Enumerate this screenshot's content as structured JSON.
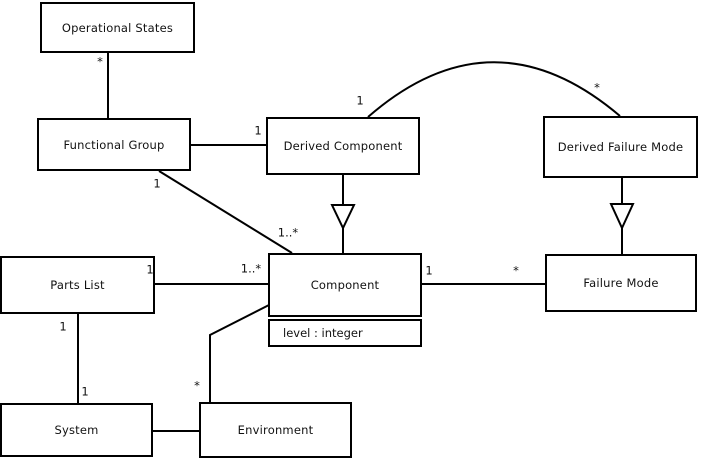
{
  "diagram": {
    "type": "uml-class-diagram",
    "nodes": [
      {
        "id": "operational-states",
        "label": "Operational States"
      },
      {
        "id": "functional-group",
        "label": "Functional Group"
      },
      {
        "id": "derived-component",
        "label": "Derived Component"
      },
      {
        "id": "derived-failure-mode",
        "label": "Derived Failure Mode"
      },
      {
        "id": "parts-list",
        "label": "Parts List"
      },
      {
        "id": "component",
        "label": "Component",
        "attributes": [
          "level : integer"
        ]
      },
      {
        "id": "failure-mode",
        "label": "Failure Mode"
      },
      {
        "id": "system",
        "label": "System"
      },
      {
        "id": "environment",
        "label": "Environment"
      }
    ],
    "edges": [
      {
        "from": "operational-states",
        "to": "functional-group",
        "type": "association",
        "multiplicity_from": "*"
      },
      {
        "from": "functional-group",
        "to": "derived-component",
        "type": "association",
        "multiplicity_to": "1"
      },
      {
        "from": "functional-group",
        "to": "component",
        "type": "association",
        "multiplicity_from": "1",
        "multiplicity_to": "1..*"
      },
      {
        "from": "parts-list",
        "to": "component",
        "type": "association",
        "multiplicity_from": "1",
        "multiplicity_to": "1..*"
      },
      {
        "from": "component",
        "to": "failure-mode",
        "type": "association",
        "multiplicity_from": "1",
        "multiplicity_to": "*"
      },
      {
        "from": "derived-component",
        "to": "derived-failure-mode",
        "type": "association-arc",
        "multiplicity_from": "1",
        "multiplicity_to": "*"
      },
      {
        "from": "derived-component",
        "to": "component",
        "type": "generalization"
      },
      {
        "from": "derived-failure-mode",
        "to": "failure-mode",
        "type": "generalization"
      },
      {
        "from": "parts-list",
        "to": "system",
        "type": "association",
        "multiplicity_from": "1",
        "multiplicity_to": "1"
      },
      {
        "from": "environment",
        "to": "component",
        "type": "association",
        "multiplicity_from": "*"
      },
      {
        "from": "system",
        "to": "environment",
        "type": "association"
      }
    ],
    "multiplicity_labels": [
      {
        "text": "*"
      },
      {
        "text": "1"
      },
      {
        "text": "1"
      },
      {
        "text": "1..*"
      },
      {
        "text": "1"
      },
      {
        "text": "1..*"
      },
      {
        "text": "1"
      },
      {
        "text": "*"
      },
      {
        "text": "1"
      },
      {
        "text": "*"
      },
      {
        "text": "1"
      },
      {
        "text": "1"
      },
      {
        "text": "*"
      }
    ],
    "colors": {
      "line": "#000000",
      "box_fill": "#ffffff",
      "background": "#ffffff",
      "text": "#111111"
    }
  }
}
